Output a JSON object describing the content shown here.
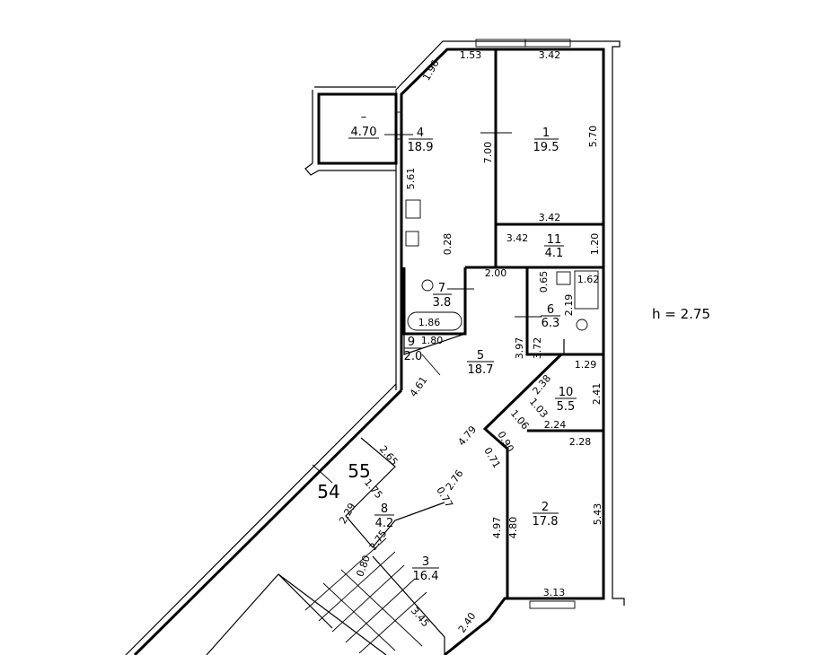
{
  "ceiling_height": "h = 2.75",
  "rooms": [
    {
      "num": "4",
      "area": "18.9"
    },
    {
      "num": "1",
      "area": "19.5"
    },
    {
      "num": "11",
      "area": "4.1"
    },
    {
      "num": "7",
      "area": "3.8"
    },
    {
      "num": "6",
      "area": "6.3"
    },
    {
      "num": "9",
      "area": "2.0"
    },
    {
      "num": "5",
      "area": "18.7"
    },
    {
      "num": "10",
      "area": "5.5"
    },
    {
      "num": "2",
      "area": "17.8"
    },
    {
      "num": "8",
      "area": "4.2"
    },
    {
      "num": "3",
      "area": "16.4"
    },
    {
      "num": "–",
      "area": "4.70"
    }
  ],
  "dimensions": [
    "1.53",
    "3.42",
    "1.96",
    "5.70",
    "7.00",
    "5.61",
    "3.42",
    "3.42",
    "1.20",
    "0.28",
    "2.00",
    "0.65",
    "1.62",
    "2.19",
    "1.86",
    "1.80",
    "3.97",
    "3.72",
    "4.61",
    "1.29",
    "2.38",
    "2.41",
    "1.03",
    "1.06",
    "2.24",
    "2.28",
    "0.90",
    "4.79",
    "0.71",
    "2.65",
    "2.76",
    "1.75",
    "0.77",
    "2.29",
    "4.97",
    "4.80",
    "5.43",
    "2.75",
    "0.80",
    "3.13",
    "3.45",
    "2.40"
  ],
  "apartment_numbers": [
    "54",
    "55"
  ]
}
